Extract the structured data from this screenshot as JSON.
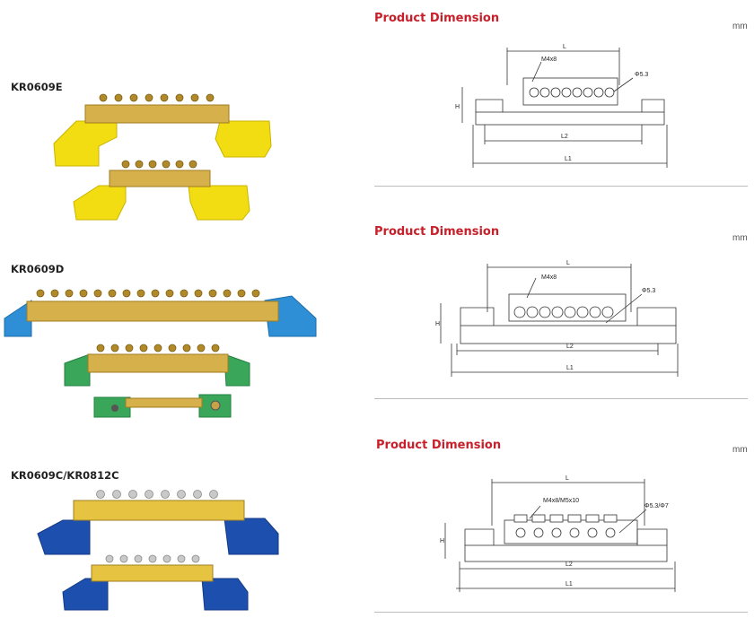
{
  "units": "mm",
  "products": [
    {
      "model": "KR0609E",
      "section_title": "Product Dimension",
      "dims": {
        "L": "L",
        "L1": "L1",
        "L2": "L2",
        "H": "H",
        "screw": "M4x8",
        "hole": "Φ5.3"
      }
    },
    {
      "model": "KR0609D",
      "section_title": "Product Dimension",
      "dims": {
        "L": "L",
        "L1": "L1",
        "L2": "L2",
        "H": "H",
        "screw": "M4x8",
        "hole": "Φ5.3"
      }
    },
    {
      "model": "KR0609C/KR0812C",
      "section_title": "Product Dimension",
      "dims": {
        "L": "L",
        "L1": "L1",
        "L2": "L2",
        "H": "H",
        "screw": "M4x8/M5x10",
        "hole": "Φ5.3/Φ7"
      }
    }
  ],
  "colors": {
    "title_red": "#c8202a",
    "brass": "#d6b04a",
    "yellow_insulator": "#f2dc12",
    "blue_insulator": "#2f8fd6",
    "green_insulator": "#3aa65a",
    "navy_insulator": "#1d4fae",
    "rule_gray": "#bcbcbc"
  }
}
